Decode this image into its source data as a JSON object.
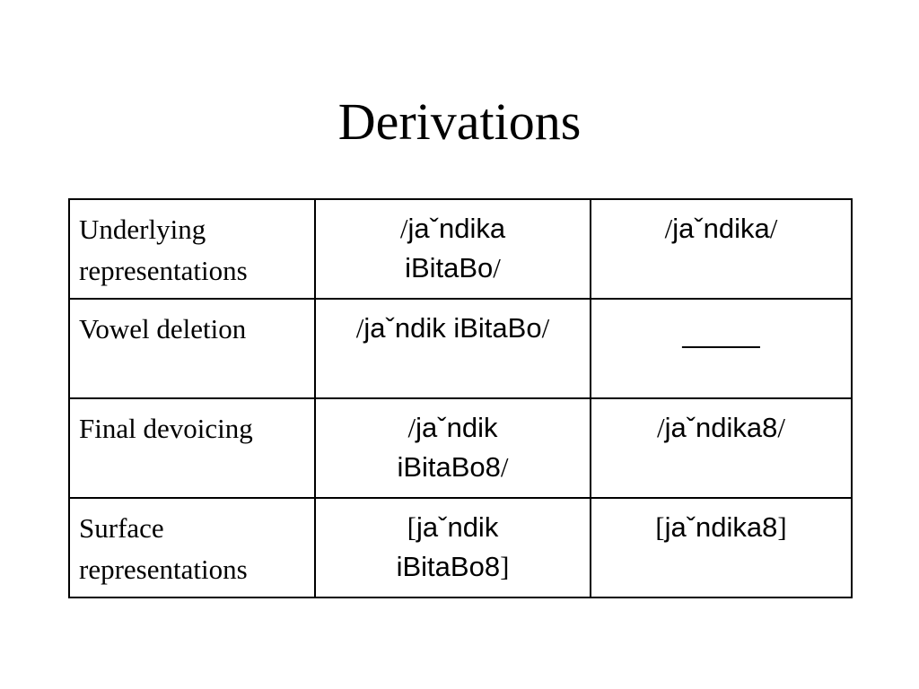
{
  "slide": {
    "title": "Derivations"
  },
  "table": {
    "rows": [
      {
        "label": "Underlying\nrepresentations",
        "form_a": {
          "open": "/",
          "text": "jaˇndika\niBitaBo",
          "close": "/"
        },
        "form_b": {
          "open": "/",
          "text": "jaˇndika",
          "close": "/"
        }
      },
      {
        "label": "Vowel deletion",
        "form_a": {
          "open": "/",
          "text": "jaˇndik iBitaBo",
          "close": "/"
        },
        "form_b": {
          "blank": "_____"
        }
      },
      {
        "label": "Final devoicing",
        "form_a": {
          "open": "/",
          "text": "jaˇndik\niBitaBo8",
          "close": "/"
        },
        "form_b": {
          "open": "/",
          "text": "jaˇndika8",
          "close": "/"
        }
      },
      {
        "label": "Surface\nrepresentations",
        "form_a": {
          "open": "[",
          "text": "jaˇndik\niBitaBo8",
          "close": "]"
        },
        "form_b": {
          "open": "[",
          "text": "jaˇndika8",
          "close": "]"
        }
      }
    ]
  }
}
